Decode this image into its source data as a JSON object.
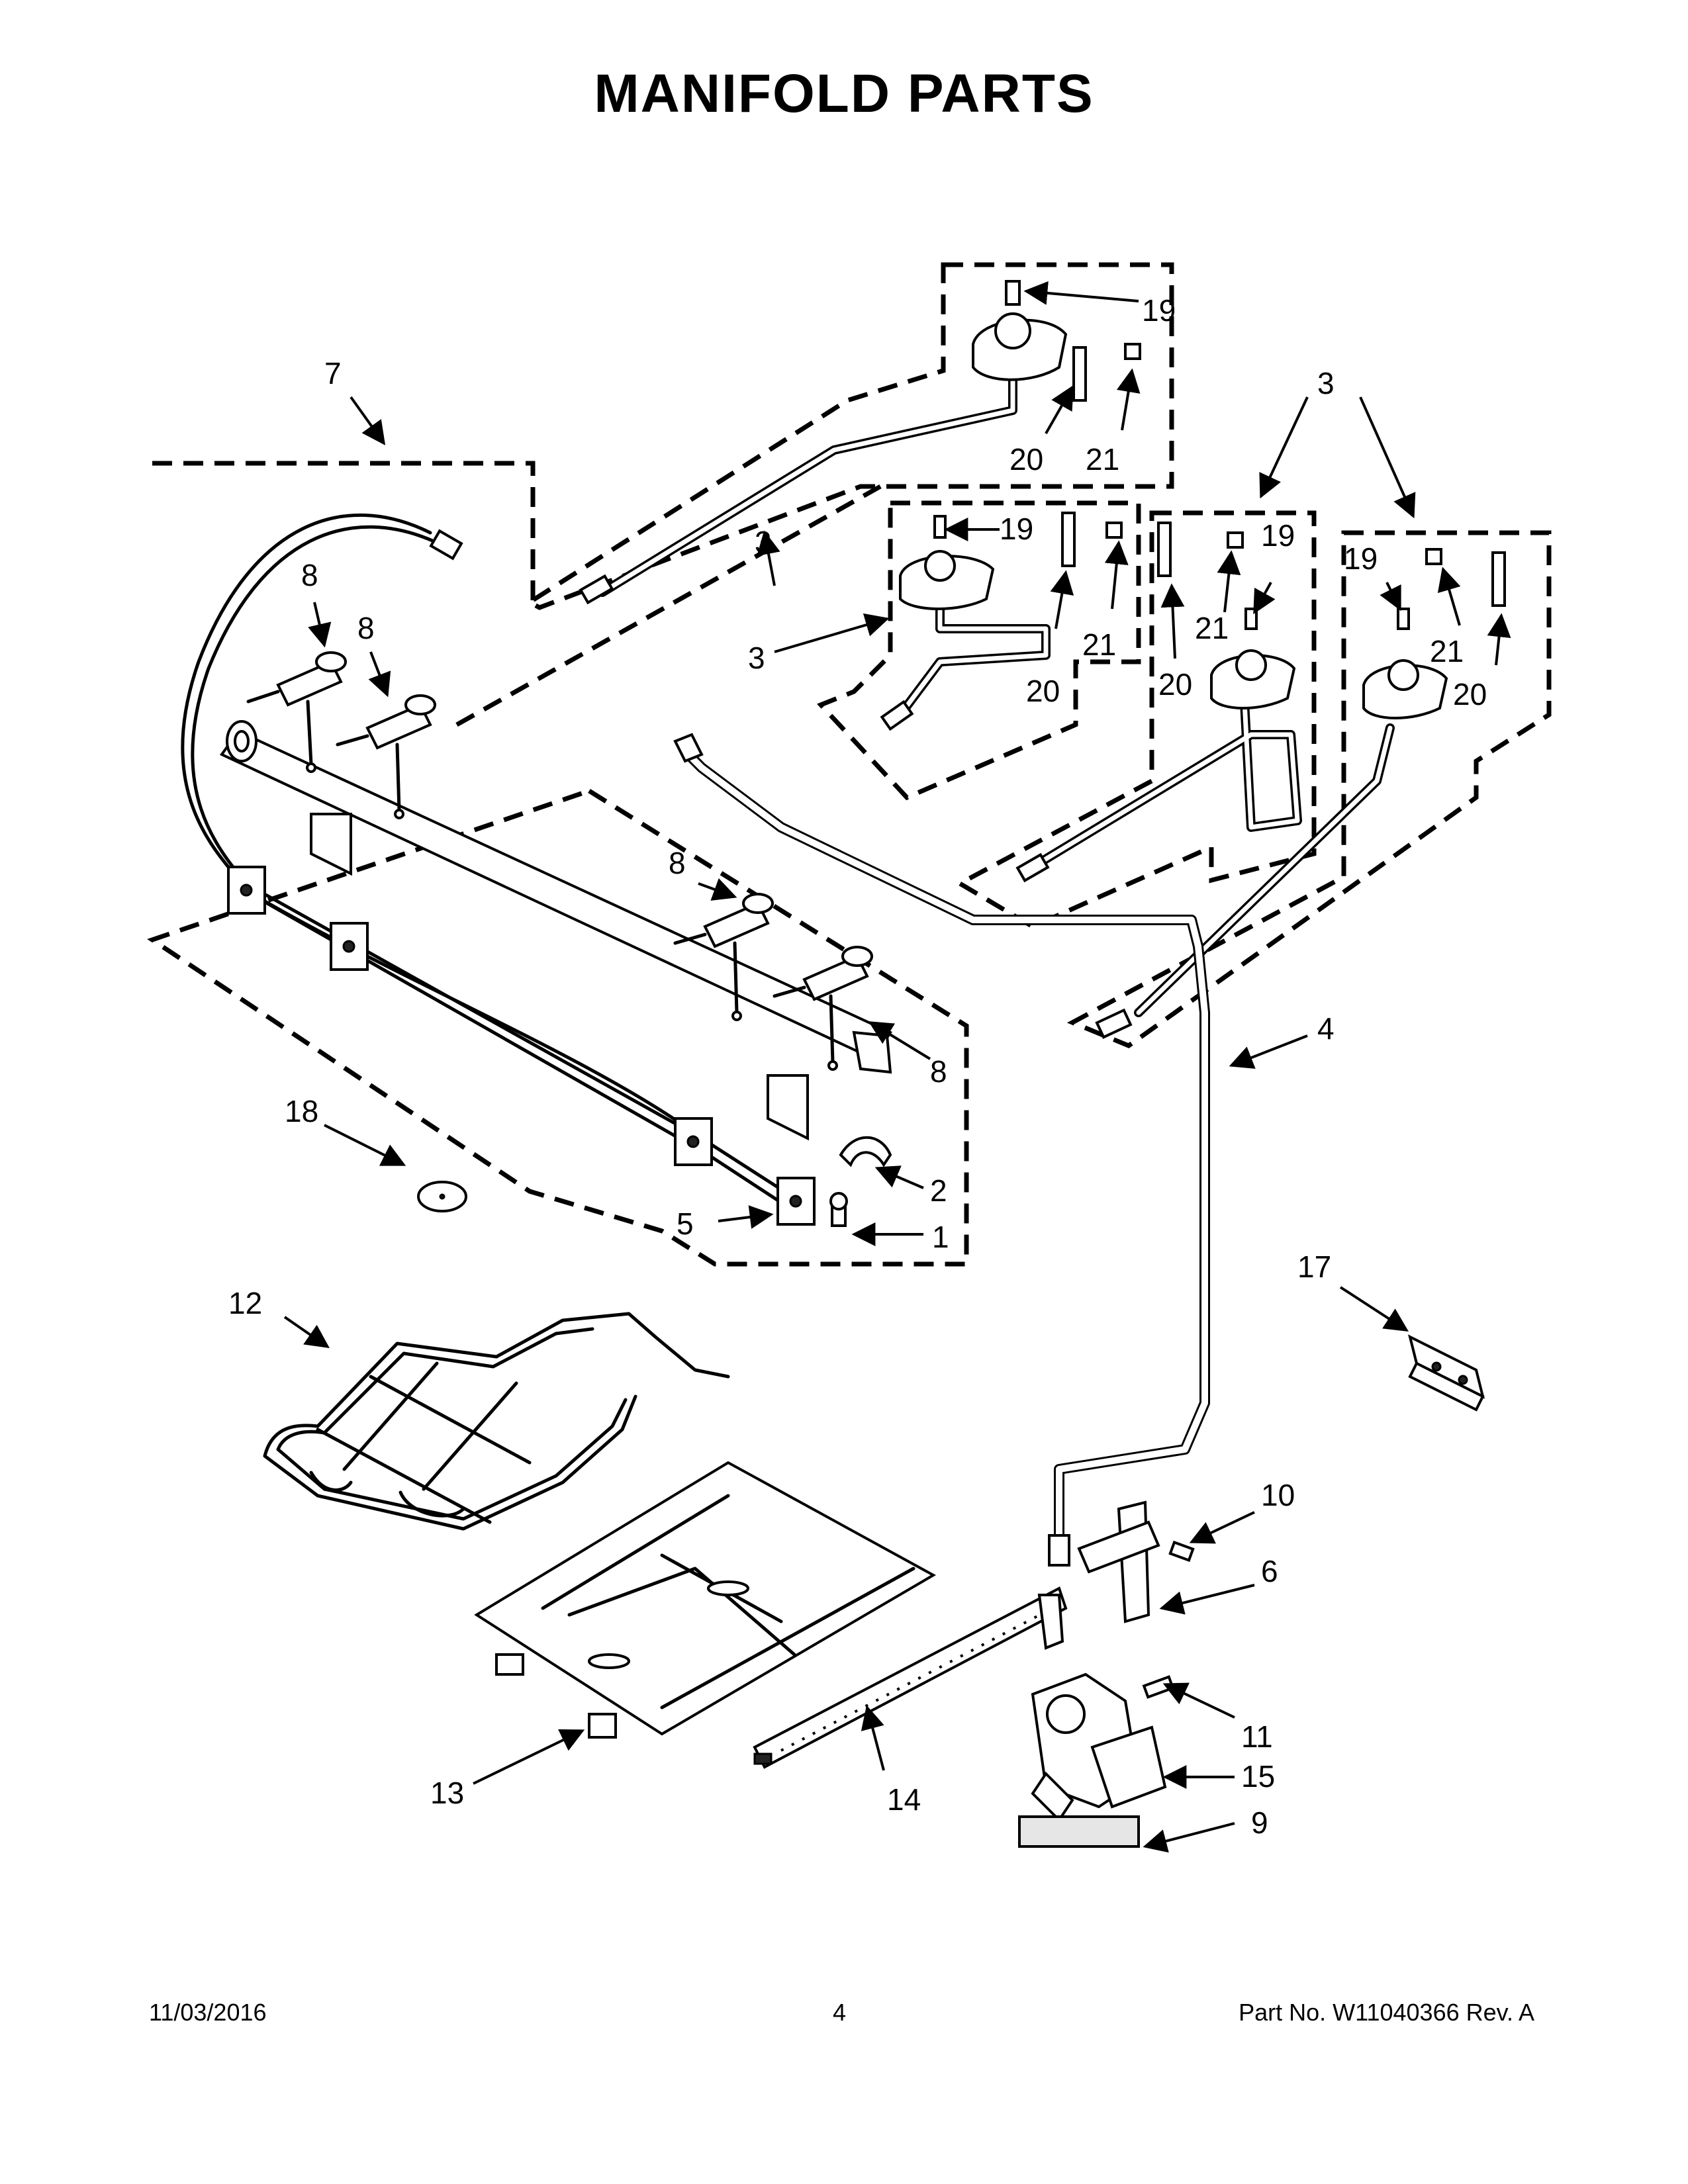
{
  "title": "MANIFOLD PARTS",
  "footer": {
    "date": "11/03/2016",
    "page": "4",
    "part_no": "Part No.  W11040366  Rev.  A"
  },
  "callouts": {
    "c1": "1",
    "c2": "2",
    "c3a": "3",
    "c3b": "3",
    "c3c": "3",
    "c4": "4",
    "c5": "5",
    "c6": "6",
    "c7": "7",
    "c8a": "8",
    "c8b": "8",
    "c8c": "8",
    "c8d": "8",
    "c9": "9",
    "c10": "10",
    "c11": "11",
    "c12": "12",
    "c13": "13",
    "c14": "14",
    "c15": "15",
    "c17": "17",
    "c18": "18",
    "c19a": "19",
    "c19b": "19",
    "c19c": "19",
    "c19d": "19",
    "c20a": "20",
    "c20b": "20",
    "c20c": "20",
    "c20d": "20",
    "c21a": "21",
    "c21b": "21",
    "c21c": "21",
    "c21d": "21"
  }
}
